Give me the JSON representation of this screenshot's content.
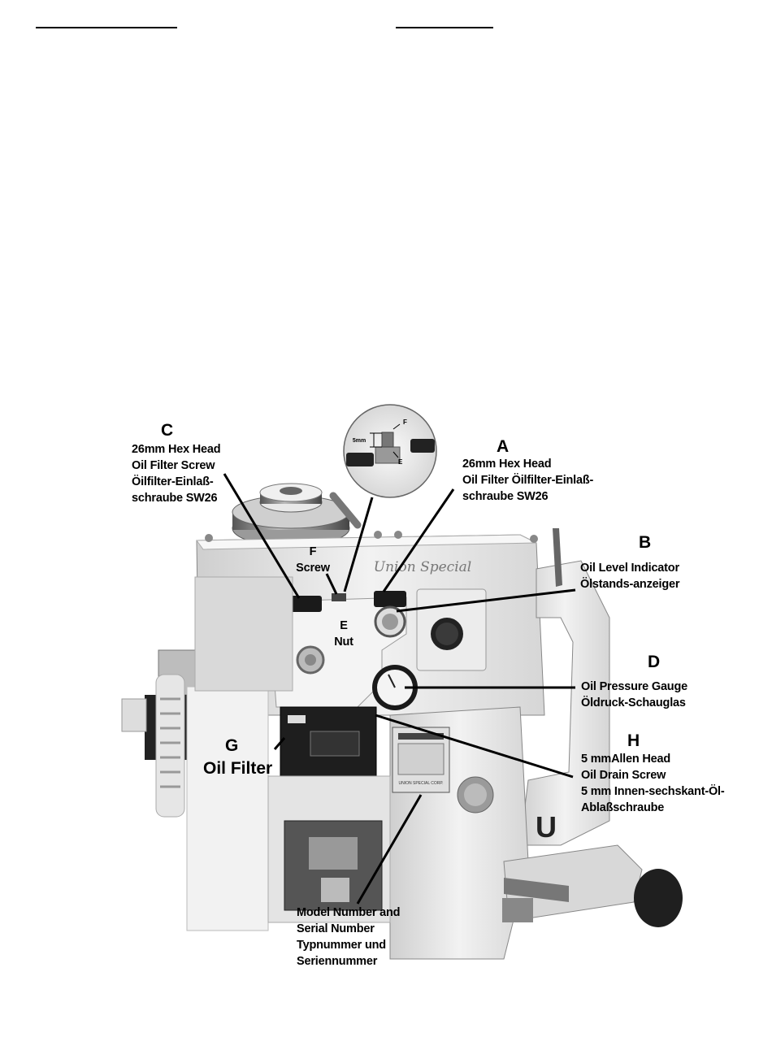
{
  "labels": {
    "A": {
      "letter": "A",
      "lines": [
        "26mm Hex Head",
        "Oil Filter Öilfilter-Einlaß-",
        "schraube SW26"
      ]
    },
    "B": {
      "letter": "B",
      "lines": [
        "Oil Level Indicator",
        "Ölstands-anzeiger"
      ]
    },
    "C": {
      "letter": "C",
      "lines": [
        "26mm Hex Head",
        "Oil Filter Screw",
        "Öilfilter-Einlaß-",
        "schraube SW26"
      ]
    },
    "D": {
      "letter": "D",
      "lines": [
        "Oil Pressure Gauge",
        "Öldruck-Schauglas"
      ]
    },
    "E": {
      "letter": "E",
      "name": "Nut"
    },
    "F": {
      "letter": "F",
      "name": "Screw"
    },
    "G": {
      "letter": "G",
      "name": "Oil Filter"
    },
    "H": {
      "letter": "H",
      "lines": [
        "5 mmAllen Head",
        "Oil Drain Screw",
        "5 mm Innen-sechskant-Öl-",
        "Ablaßschraube"
      ]
    },
    "model": {
      "lines": [
        "Model Number and",
        "Serial Number",
        "Typnummer und",
        "Seriennummer"
      ]
    }
  },
  "inset": {
    "dimension": "5mm",
    "f": "F",
    "e": "E"
  },
  "logo": {
    "brand": "Union Special",
    "plate_title": "UNION SPECIAL CORP.",
    "badge": "U"
  }
}
